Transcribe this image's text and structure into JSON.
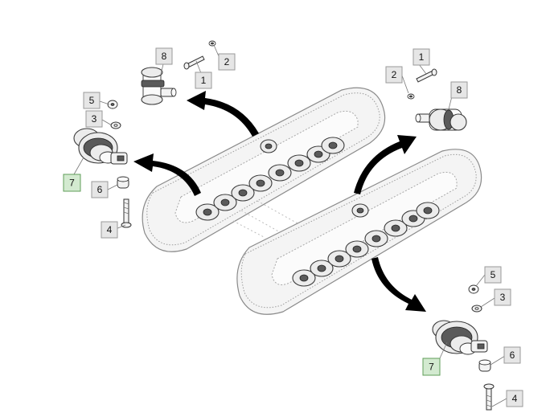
{
  "callouts": [
    {
      "id": "c1a",
      "label": "1",
      "highlight": false
    },
    {
      "id": "c2a",
      "label": "2",
      "highlight": false
    },
    {
      "id": "c8a",
      "label": "8",
      "highlight": false
    },
    {
      "id": "c5a",
      "label": "5",
      "highlight": false
    },
    {
      "id": "c3a",
      "label": "3",
      "highlight": false
    },
    {
      "id": "c7a",
      "label": "7",
      "highlight": true
    },
    {
      "id": "c6a",
      "label": "6",
      "highlight": false
    },
    {
      "id": "c4a",
      "label": "4",
      "highlight": false
    },
    {
      "id": "c1b",
      "label": "1",
      "highlight": false
    },
    {
      "id": "c2b",
      "label": "2",
      "highlight": false
    },
    {
      "id": "c8b",
      "label": "8",
      "highlight": false
    },
    {
      "id": "c5b",
      "label": "5",
      "highlight": false
    },
    {
      "id": "c3b",
      "label": "3",
      "highlight": false
    },
    {
      "id": "c7b",
      "label": "7",
      "highlight": true
    },
    {
      "id": "c6b",
      "label": "6",
      "highlight": false
    },
    {
      "id": "c4b",
      "label": "4",
      "highlight": false
    }
  ],
  "colors": {
    "callout_fill": "#e6e6e6",
    "callout_highlight_fill": "#d3ead0",
    "callout_highlight_border": "#5f9e58",
    "arrow": "#000000"
  }
}
